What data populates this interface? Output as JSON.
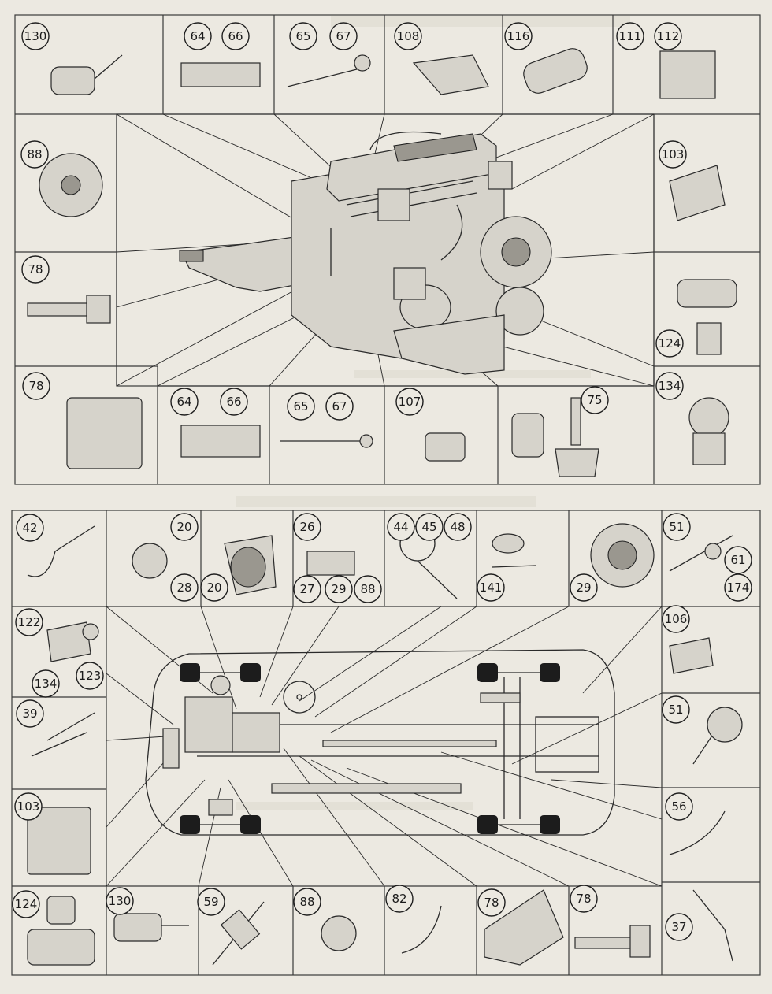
{
  "top_section": {
    "cells": [
      {
        "id": "t1",
        "labels": [
          "130"
        ]
      },
      {
        "id": "t2",
        "labels": [
          "64",
          "66"
        ]
      },
      {
        "id": "t3",
        "labels": [
          "65",
          "67"
        ]
      },
      {
        "id": "t4",
        "labels": [
          "108"
        ]
      },
      {
        "id": "t5",
        "labels": [
          "116"
        ]
      },
      {
        "id": "t6",
        "labels": [
          "111",
          "112"
        ]
      },
      {
        "id": "t7",
        "labels": [
          "88"
        ]
      },
      {
        "id": "t8",
        "labels": [
          "103"
        ]
      },
      {
        "id": "t9",
        "labels": [
          "78"
        ]
      },
      {
        "id": "t10",
        "labels": [
          "124"
        ]
      },
      {
        "id": "t11",
        "labels": [
          "78"
        ]
      },
      {
        "id": "t12",
        "labels": [
          "134"
        ]
      },
      {
        "id": "t13",
        "labels": [
          "64",
          "66"
        ]
      },
      {
        "id": "t14",
        "labels": [
          "65",
          "67"
        ]
      },
      {
        "id": "t15",
        "labels": [
          "107"
        ]
      },
      {
        "id": "t16",
        "labels": [
          "75"
        ]
      }
    ]
  },
  "bottom_section": {
    "cells": [
      {
        "id": "b1",
        "labels": [
          "42"
        ]
      },
      {
        "id": "b2",
        "labels": [
          "20",
          "28"
        ]
      },
      {
        "id": "b3",
        "labels": [
          "20"
        ]
      },
      {
        "id": "b4",
        "labels": [
          "26",
          "27",
          "29",
          "88"
        ]
      },
      {
        "id": "b5",
        "labels": [
          "44",
          "45",
          "48"
        ]
      },
      {
        "id": "b6",
        "labels": [
          "141"
        ]
      },
      {
        "id": "b7",
        "labels": [
          "29"
        ]
      },
      {
        "id": "b8",
        "labels": [
          "51",
          "61",
          "174"
        ]
      },
      {
        "id": "b9",
        "labels": [
          "122",
          "134",
          "123"
        ]
      },
      {
        "id": "b10",
        "labels": [
          "106"
        ]
      },
      {
        "id": "b11",
        "labels": [
          "39"
        ]
      },
      {
        "id": "b12",
        "labels": [
          "51"
        ]
      },
      {
        "id": "b13",
        "labels": [
          "103"
        ]
      },
      {
        "id": "b14",
        "labels": [
          "56"
        ]
      },
      {
        "id": "b15",
        "labels": [
          "124"
        ]
      },
      {
        "id": "b16",
        "labels": [
          "130"
        ]
      },
      {
        "id": "b17",
        "labels": [
          "59"
        ]
      },
      {
        "id": "b18",
        "labels": [
          "88"
        ]
      },
      {
        "id": "b19",
        "labels": [
          "82"
        ]
      },
      {
        "id": "b20",
        "labels": [
          "78"
        ]
      },
      {
        "id": "b21",
        "labels": [
          "78"
        ]
      },
      {
        "id": "b22",
        "labels": [
          "37"
        ]
      }
    ]
  },
  "colors": {
    "paper": "#ece9e1",
    "ink": "#2a2a2a",
    "badge_fill": "#ece9e1"
  }
}
